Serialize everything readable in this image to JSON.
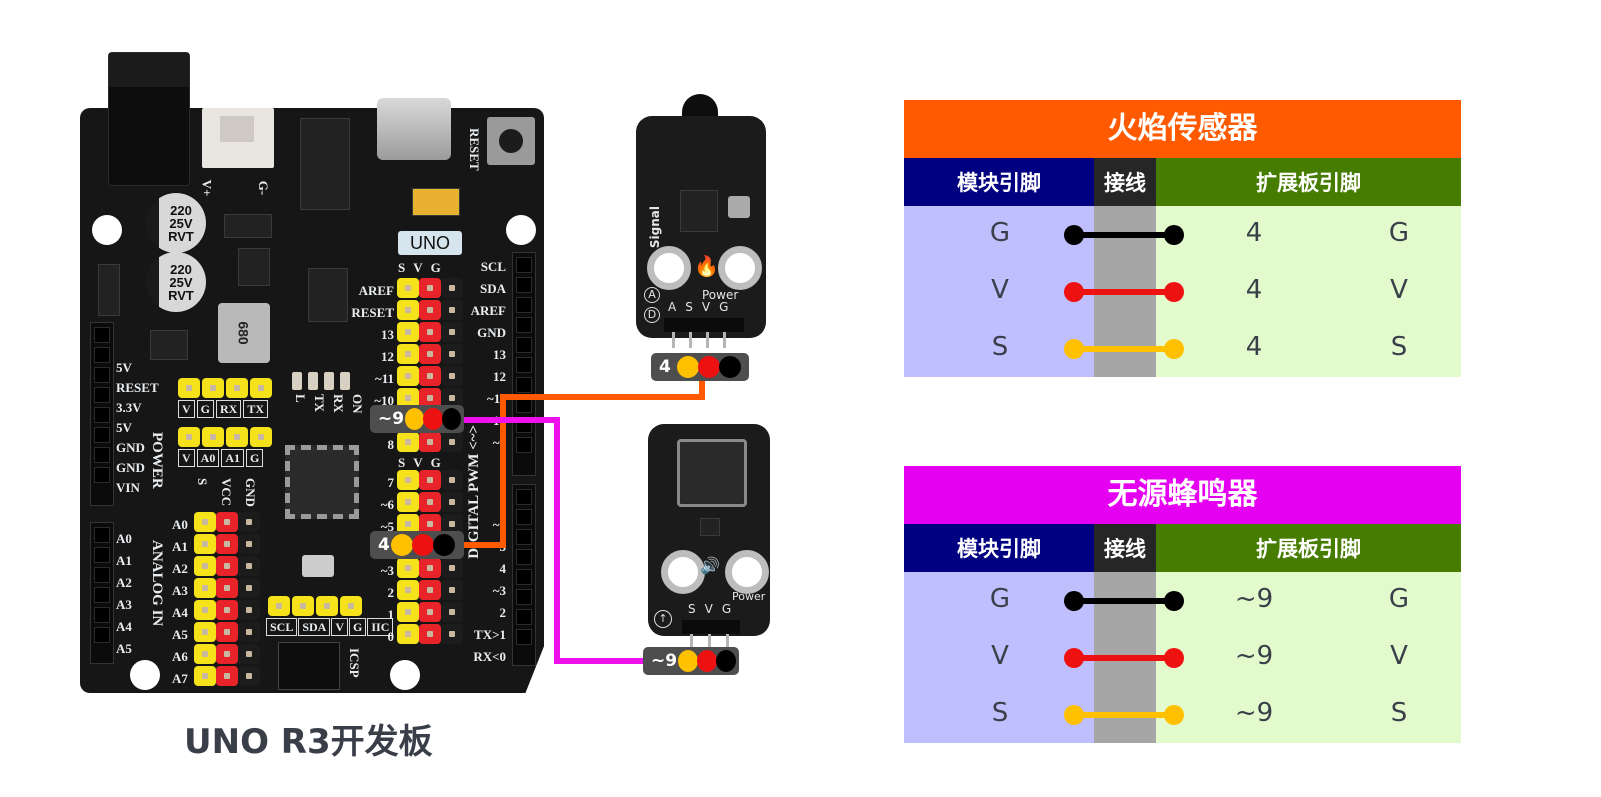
{
  "board": {
    "caption": "UNO R3开发板",
    "badge": "UNO",
    "capacitor_lines": [
      "220",
      "25V",
      "RVT"
    ],
    "inductor_label": "680",
    "reset_label": "RESET",
    "power_conn_labels": [
      "V+",
      "G-"
    ],
    "power_header_labels": [
      "5V",
      "RESET",
      "3.3V",
      "5V",
      "GND",
      "GND",
      "VIN"
    ],
    "power_title": "POWER",
    "analog_header_labels": [
      "A0",
      "A1",
      "A2",
      "A3",
      "A4",
      "A5"
    ],
    "analog_title": "ANALOG IN",
    "analog_strip_labels": [
      "A0",
      "A1",
      "A2",
      "A3",
      "A4",
      "A5",
      "A6",
      "A7"
    ],
    "analog_strip_heads": [
      "S",
      "VCC",
      "GND"
    ],
    "uart_labels": [
      "V",
      "G",
      "RX",
      "TX"
    ],
    "analog_io_labels": [
      "V",
      "A0",
      "A1",
      "G"
    ],
    "iic_labels": [
      "SCL",
      "SDA",
      "V",
      "G",
      "IIC"
    ],
    "icsp_label": "ICSP",
    "led_labels": [
      "L",
      "TX",
      "RX",
      "ON"
    ],
    "digital_strip_heads": [
      "S",
      "V",
      "G"
    ],
    "digital_upper_left": [
      "AREF",
      "RESET",
      "13",
      "12",
      "~11",
      "~10",
      "~9",
      "8"
    ],
    "digital_lower_left": [
      "7",
      "~6",
      "~5",
      "4",
      "~3",
      "2",
      "1",
      "0"
    ],
    "digital_upper_right": [
      "SCL",
      "SDA",
      "AREF",
      "GND",
      "13",
      "12",
      "~11",
      "~10",
      "~9",
      "8"
    ],
    "digital_lower_right": [
      "7",
      "~6",
      "~5",
      "4",
      "~3",
      "2",
      "TX>1",
      "RX<0"
    ],
    "digital_title": "DIGITAL PWM <~>"
  },
  "connections": [
    {
      "pin": "~9",
      "colors": [
        "#ffc000",
        "#ee1111",
        "#000000"
      ],
      "wire_color": "#ee11ee"
    },
    {
      "pin": "4",
      "colors": [
        "#ffc000",
        "#ee1111",
        "#000000"
      ],
      "wire_color": "#ff5a00"
    }
  ],
  "flame_module": {
    "pins": [
      "A",
      "S",
      "V",
      "G"
    ],
    "signal_label": "Signal",
    "power_label": "Power",
    "mode_labels": [
      "A",
      "D"
    ],
    "badge": "4"
  },
  "buzzer_module": {
    "pins": [
      "S",
      "V",
      "G"
    ],
    "power_label": "Power",
    "badge": "~9"
  },
  "tables": [
    {
      "title": "火焰传感器",
      "title_color": "#ff5a00",
      "headers": [
        "模块引脚",
        "接线",
        "扩展板引脚"
      ],
      "header_colors": [
        "#000080",
        "#262626",
        "#467c00"
      ],
      "rows": [
        {
          "module_pin": "G",
          "board_pin": "4",
          "board_label": "G",
          "wire_color": "#000000"
        },
        {
          "module_pin": "V",
          "board_pin": "4",
          "board_label": "V",
          "wire_color": "#ee1111"
        },
        {
          "module_pin": "S",
          "board_pin": "4",
          "board_label": "S",
          "wire_color": "#ffc000"
        }
      ]
    },
    {
      "title": "无源蜂鸣器",
      "title_color": "#e600f2",
      "headers": [
        "模块引脚",
        "接线",
        "扩展板引脚"
      ],
      "header_colors": [
        "#000080",
        "#262626",
        "#467c00"
      ],
      "rows": [
        {
          "module_pin": "G",
          "board_pin": "~9",
          "board_label": "G",
          "wire_color": "#000000"
        },
        {
          "module_pin": "V",
          "board_pin": "~9",
          "board_label": "V",
          "wire_color": "#ee1111"
        },
        {
          "module_pin": "S",
          "board_pin": "~9",
          "board_label": "S",
          "wire_color": "#ffc000"
        }
      ]
    }
  ]
}
